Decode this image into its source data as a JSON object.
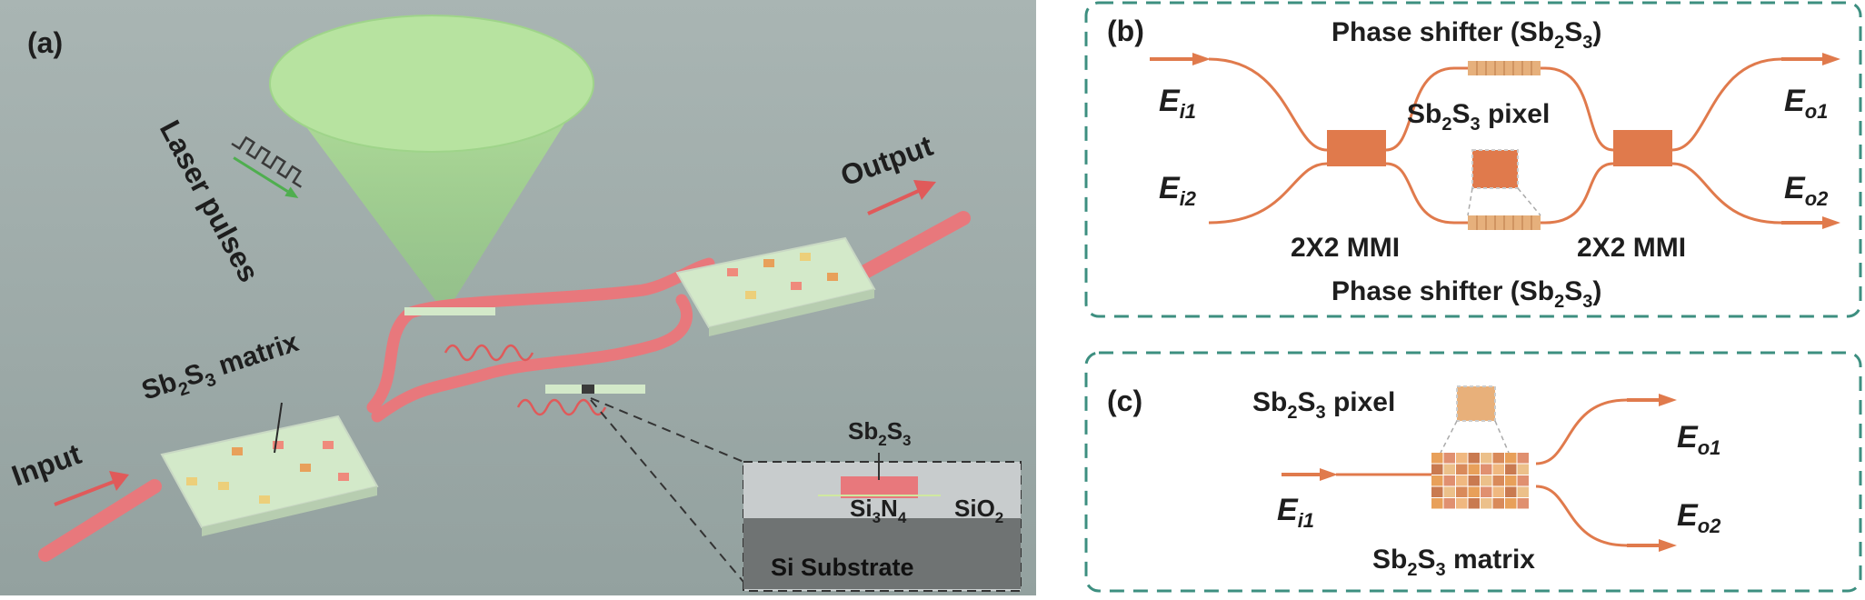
{
  "panel_a": {
    "tag": "(a)",
    "laser_label": "Laser pulses",
    "output_label": "Output",
    "input_label": "Input",
    "matrix_label": {
      "base": "Sb",
      "sub1": "2",
      "mid": "S",
      "sub2": "3",
      "tail": " matrix"
    },
    "inset": {
      "layer_top": {
        "base": "Sb",
        "sub1": "2",
        "mid": "S",
        "sub2": "3"
      },
      "core": {
        "base": "Si",
        "sub1": "3",
        "mid": "N",
        "sub2": "4"
      },
      "cladding": {
        "base": "SiO",
        "sub1": "2"
      },
      "substrate": "Si Substrate"
    }
  },
  "panel_b": {
    "tag": "(b)",
    "phase_shifter": {
      "pre": "Phase shifter (Sb",
      "sub1": "2",
      "mid": "S",
      "sub2": "3",
      "post": ")"
    },
    "pixel_label": {
      "base": "Sb",
      "sub1": "2",
      "mid": "S",
      "sub2": "3",
      "tail": " pixel"
    },
    "mmi_label": "2X2 MMI",
    "inputs": [
      {
        "base": "E",
        "sub": "i1"
      },
      {
        "base": "E",
        "sub": "i2"
      }
    ],
    "outputs": [
      {
        "base": "E",
        "sub": "o1"
      },
      {
        "base": "E",
        "sub": "o2"
      }
    ]
  },
  "panel_c": {
    "tag": "(c)",
    "pixel_label": {
      "base": "Sb",
      "sub1": "2",
      "mid": "S",
      "sub2": "3",
      "tail": " pixel"
    },
    "matrix_label": {
      "base": "Sb",
      "sub1": "2",
      "mid": "S",
      "sub2": "3",
      "tail": " matrix"
    },
    "input": {
      "base": "E",
      "sub": "i1"
    },
    "outputs": [
      {
        "base": "E",
        "sub": "o1"
      },
      {
        "base": "E",
        "sub": "o2"
      }
    ]
  },
  "colors": {
    "waveguide": "#e8787c",
    "laser_cone": "#a6d98c",
    "circuit_line": "#e07a4c",
    "mmi": "#e07a4c",
    "border_dash": "#3d8f80",
    "pixel_green": "#cfe8c8",
    "pixel_orange": "#e8a05a"
  }
}
